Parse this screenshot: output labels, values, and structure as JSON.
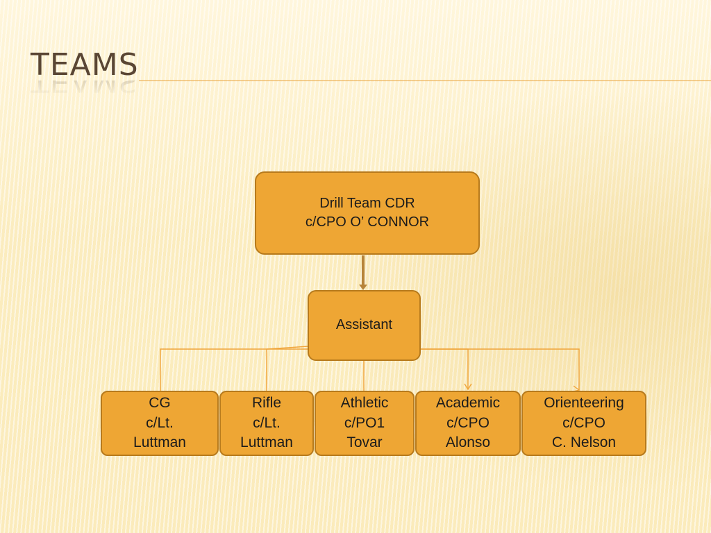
{
  "slide": {
    "title": "TEAMS"
  },
  "org_chart": {
    "root": {
      "line1": "Drill Team CDR",
      "line2": "c/CPO O’ CONNOR"
    },
    "assistant": {
      "label": "Assistant"
    },
    "teams": [
      {
        "name": "CG",
        "rank": "c/Lt.",
        "person": "Luttman"
      },
      {
        "name": "Rifle",
        "rank": "c/Lt.",
        "person": "Luttman"
      },
      {
        "name": "Athletic",
        "rank": "c/PO1",
        "person": "Tovar"
      },
      {
        "name": "Academic",
        "rank": "c/CPO",
        "person": "Alonso"
      },
      {
        "name": "Orienteering",
        "rank": "c/CPO",
        "person": "C. Nelson"
      }
    ]
  },
  "colors": {
    "box_fill": "#eea634",
    "box_border": "#b77a1c",
    "connector": "#f0a43a",
    "title": "#5a4634"
  }
}
